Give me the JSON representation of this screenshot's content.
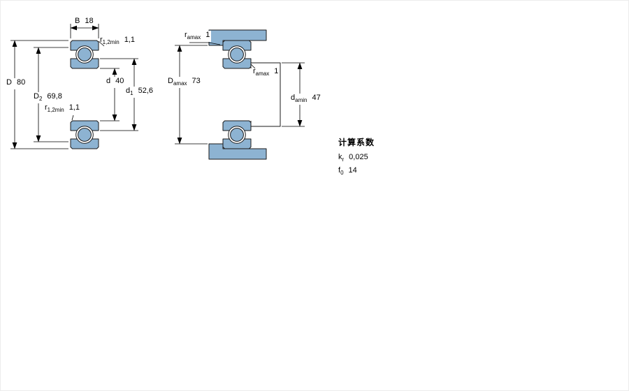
{
  "colors": {
    "bearing_fill": "#8db3d2",
    "line": "#000000"
  },
  "left_view": {
    "b": {
      "sym": "B",
      "sub": "",
      "value": "18"
    },
    "r_top": {
      "sym": "r",
      "sub": "1,2min",
      "value": "1,1"
    },
    "D": {
      "sym": "D",
      "sub": "",
      "value": "80"
    },
    "D2": {
      "sym": "D",
      "sub": "2",
      "value": "69,8"
    },
    "d": {
      "sym": "d",
      "sub": "",
      "value": "40"
    },
    "d1": {
      "sym": "d",
      "sub": "1",
      "value": "52,6"
    },
    "r_bottom": {
      "sym": "r",
      "sub": "1,2min",
      "value": "1,1"
    }
  },
  "right_view": {
    "ra_top": {
      "sym": "r",
      "sub": "amax",
      "value": "1"
    },
    "Da": {
      "sym": "D",
      "sub": "amax",
      "value": "73"
    },
    "ra_mid": {
      "sym": "r",
      "sub": "amax",
      "value": "1"
    },
    "da": {
      "sym": "d",
      "sub": "amin",
      "value": "47"
    }
  },
  "factors": {
    "title": "计算系数",
    "kr": {
      "sym": "k",
      "sub": "r",
      "value": "0,025"
    },
    "f0": {
      "sym": "f",
      "sub": "0",
      "value": "14"
    }
  }
}
